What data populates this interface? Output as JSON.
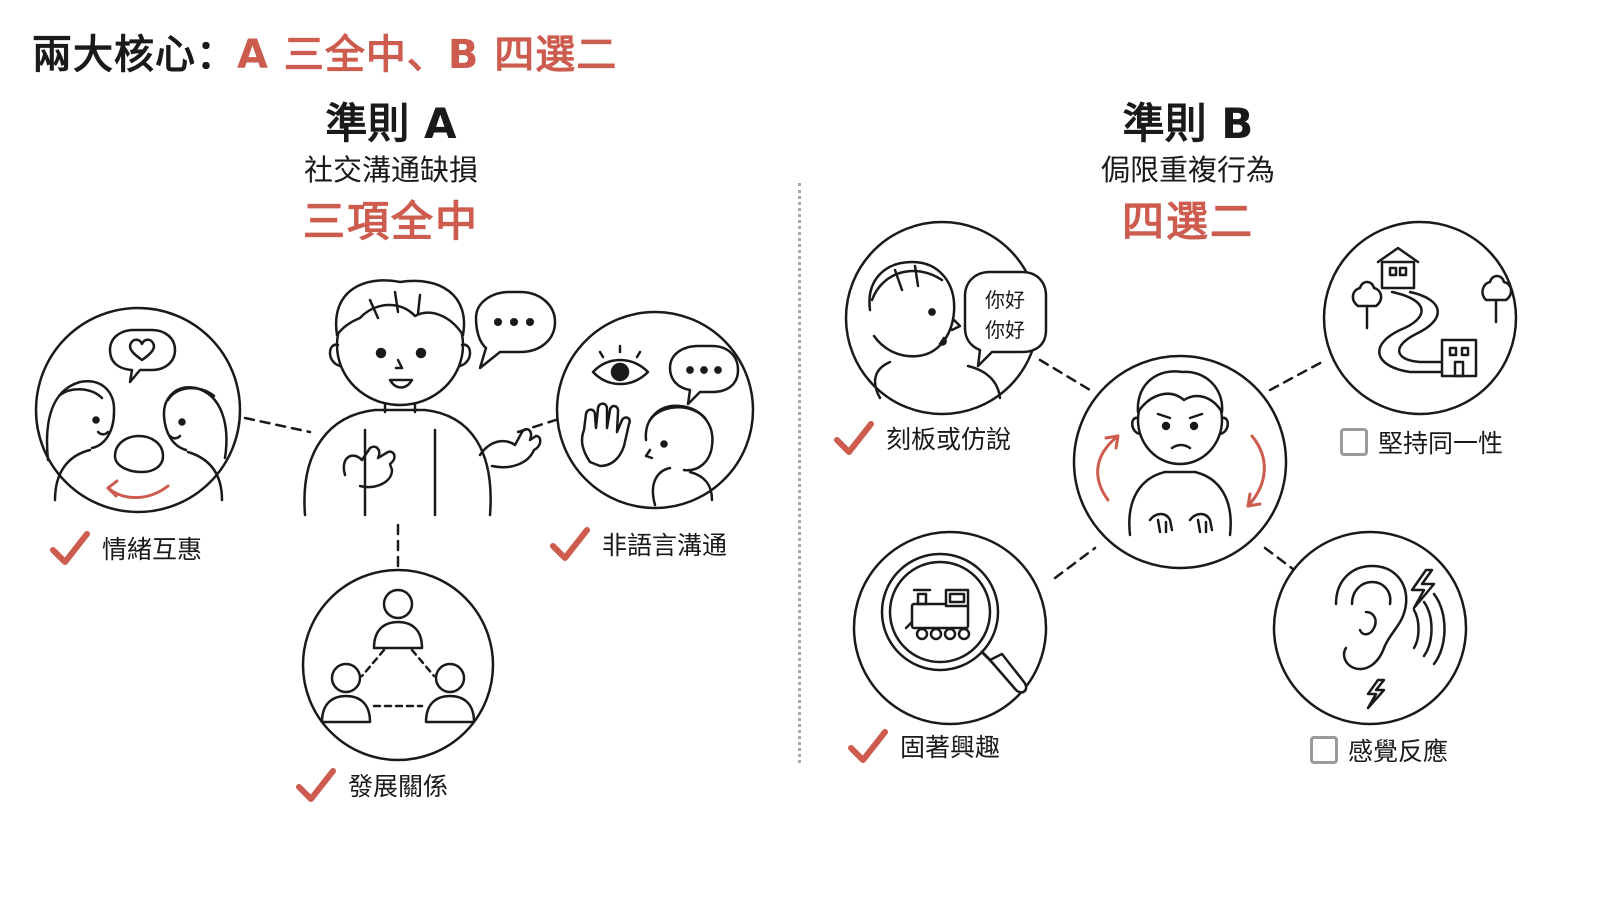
{
  "heading": {
    "prefix": "兩大核心：",
    "highlight": "A 三全中、B 四選二"
  },
  "criterion_a": {
    "name": "準則 A",
    "description": "社交溝通缺損",
    "rule": "三項全中",
    "items": [
      {
        "label": "情緒互惠",
        "status": "checked"
      },
      {
        "label": "非語言溝通",
        "status": "checked"
      },
      {
        "label": "發展關係",
        "status": "checked"
      }
    ]
  },
  "criterion_b": {
    "name": "準則 B",
    "description": "侷限重複行為",
    "rule": "四選二",
    "speech_bubble": [
      "你好",
      "你好"
    ],
    "items": [
      {
        "label": "刻板或仿說",
        "status": "checked"
      },
      {
        "label": "堅持同一性",
        "status": "unchecked"
      },
      {
        "label": "固著興趣",
        "status": "checked"
      },
      {
        "label": "感覺反應",
        "status": "unchecked"
      }
    ]
  },
  "colors": {
    "accent": "#cd5c4e",
    "ink": "#1a1a1a",
    "checkbox_border": "#9a9a9a",
    "divider": "#a9a9a9"
  },
  "icons": {
    "check": "check-mark-icon",
    "unchecked": "empty-checkbox-icon"
  }
}
